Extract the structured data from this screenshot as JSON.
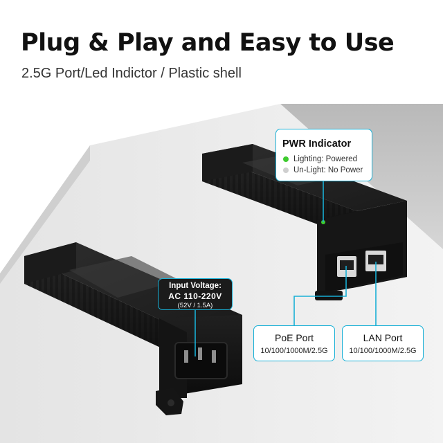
{
  "headline": {
    "title": "Plug & Play and Easy to Use",
    "subtitle": "2.5G Port/Led Indictor / Plastic shell"
  },
  "pwr_callout": {
    "title": "PWR Indicator",
    "items": [
      {
        "label": "Lighting: Powered",
        "color": "#3ecb2f"
      },
      {
        "label": "Un-Light: No Power",
        "color": "#cfcfcf"
      }
    ]
  },
  "input_callout": {
    "line1": "Input Voltage:",
    "line2": "AC 110-220V",
    "line3": "(52V / 1.5A)"
  },
  "poe_callout": {
    "title": "PoE Port",
    "speed": "10/100/1000M/2.5G"
  },
  "lan_callout": {
    "title": "LAN Port",
    "speed": "10/100/1000M/2.5G"
  },
  "colors": {
    "accent": "#18b0d6",
    "led_on": "#3ecb2f",
    "device_body": "#1c1c1c"
  }
}
